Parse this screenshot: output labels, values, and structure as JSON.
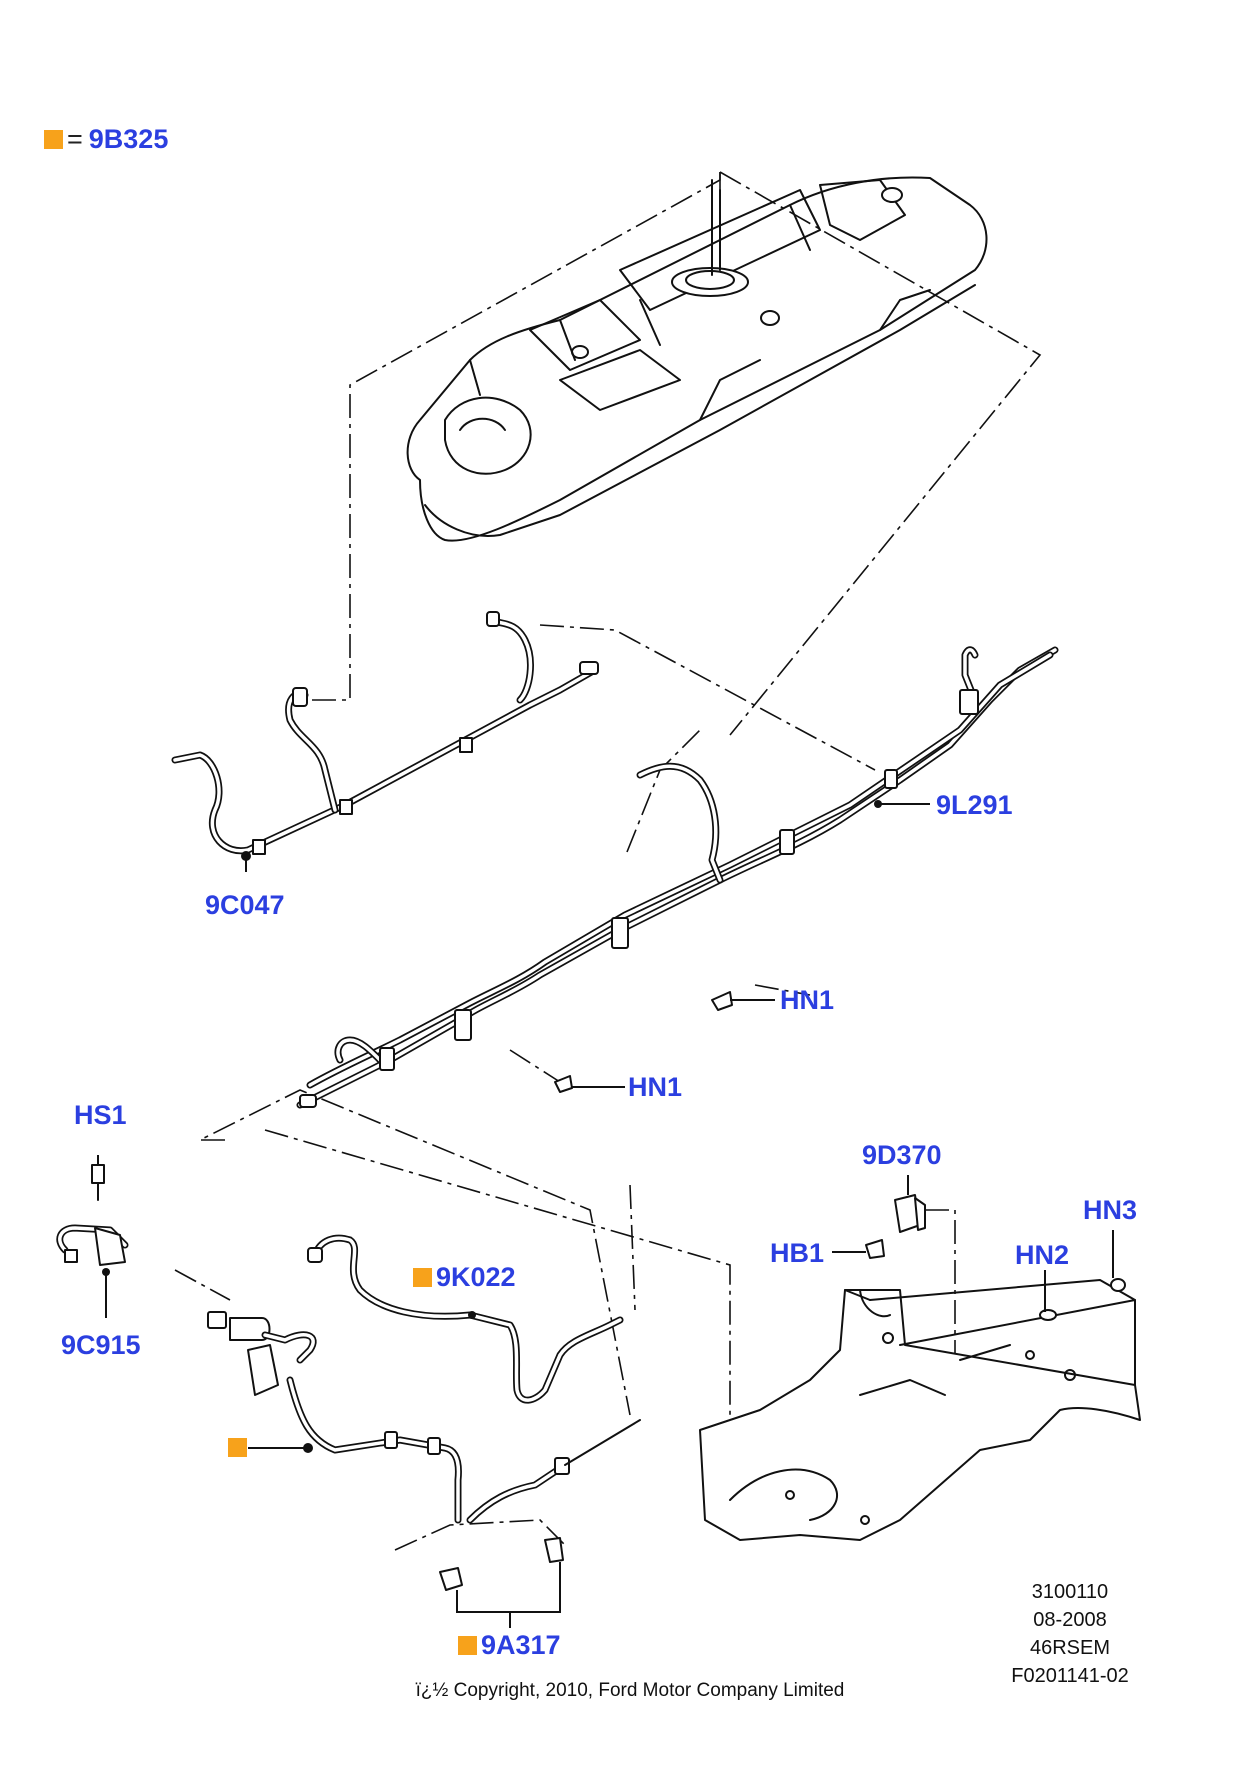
{
  "legend": {
    "equals": "=",
    "part": "9B325",
    "swatch_color": "#f7a21b"
  },
  "label_color": "#2b3fe0",
  "callouts": {
    "c9C047": "9C047",
    "c9L291": "9L291",
    "cHN1a": "HN1",
    "cHN1b": "HN1",
    "cHS1": "HS1",
    "c9C915": "9C915",
    "c9K022": "9K022",
    "c9D370": "9D370",
    "cHB1": "HB1",
    "cHN2": "HN2",
    "cHN3": "HN3",
    "c9A317": "9A317"
  },
  "meta": {
    "line1": "3100110",
    "line2": "08-2008",
    "line3": "46RSEM",
    "line4": "F0201141-02"
  },
  "copyright": "ï¿½ Copyright, 2010, Ford Motor Company Limited"
}
